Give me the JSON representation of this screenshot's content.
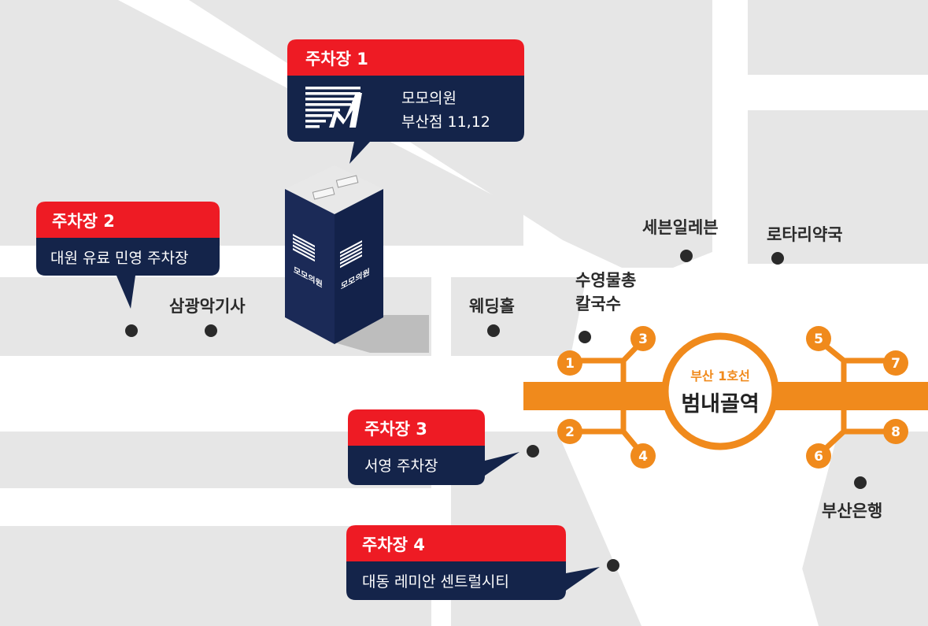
{
  "colors": {
    "background": "#ffffff",
    "block": "#e6e6e6",
    "navy": "#14244a",
    "red": "#ee1b24",
    "orange": "#f08a1c",
    "dot": "#2a2a2a"
  },
  "clinic": {
    "logo_icon": "momo-clinic-m-logo",
    "line1": "모모의원",
    "line2": "부산점 11,12",
    "building_label": "모모의원"
  },
  "parking": [
    {
      "title": "주차장 1",
      "detail": ""
    },
    {
      "title": "주차장 2",
      "detail": "대원 유료 민영 주차장"
    },
    {
      "title": "주차장 3",
      "detail": "서영 주차장"
    },
    {
      "title": "주차장 4",
      "detail": "대동 레미안 센트럴시티"
    }
  ],
  "landmarks": {
    "samgwang": "삼광악기사",
    "wedding": "웨딩홀",
    "suyeong_1": "수영물총",
    "suyeong_2": "칼국수",
    "seven_eleven": "세븐일레븐",
    "rotary": "로타리약국",
    "busan_bank": "부산은행"
  },
  "station": {
    "line": "부산 1호선",
    "name": "범내골역",
    "exits": [
      "1",
      "2",
      "3",
      "4",
      "5",
      "6",
      "7",
      "8"
    ]
  }
}
